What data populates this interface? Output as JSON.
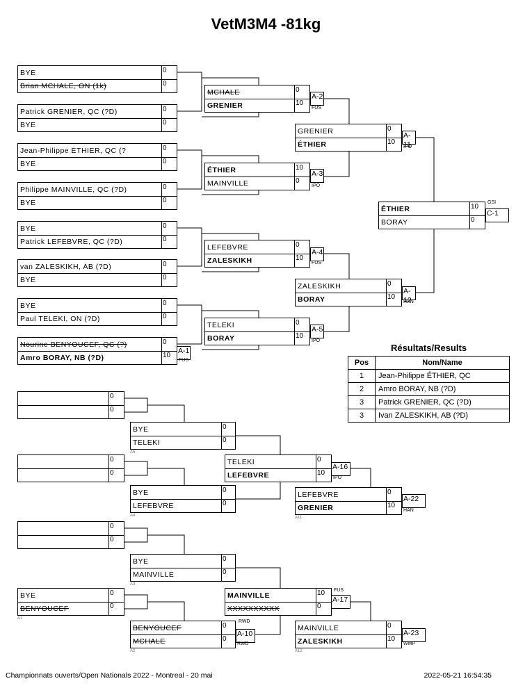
{
  "title": "VetM3M4 -81kg",
  "main_bracket": [
    {
      "id": "r1-1",
      "c1": {
        "name": "BYE",
        "score": "0"
      },
      "c2": {
        "name": "Brian MCHALE, ON (1k)",
        "score": "0",
        "strike": true
      }
    },
    {
      "id": "r1-2",
      "c1": {
        "name": "Patrick GRENIER, QC (?D)",
        "score": "0"
      },
      "c2": {
        "name": "BYE",
        "score": "0"
      }
    },
    {
      "id": "r1-3",
      "c1": {
        "name": "Jean-Philippe ÉTHIER, QC (?",
        "score": "0"
      },
      "c2": {
        "name": "BYE",
        "score": "0"
      }
    },
    {
      "id": "r1-4",
      "c1": {
        "name": "Philippe MAINVILLE, QC (?D)",
        "score": "0"
      },
      "c2": {
        "name": "BYE",
        "score": "0"
      }
    },
    {
      "id": "r1-5",
      "c1": {
        "name": "BYE",
        "score": "0"
      },
      "c2": {
        "name": "Patrick LEFEBVRE, QC (?D)",
        "score": "0"
      }
    },
    {
      "id": "r1-6",
      "c1": {
        "name": " van ZALESKIKH, AB (?D)",
        "score": "0"
      },
      "c2": {
        "name": "BYE",
        "score": "0"
      }
    },
    {
      "id": "r1-7",
      "c1": {
        "name": "BYE",
        "score": "0"
      },
      "c2": {
        "name": "Paul TELEKI, ON (?D)",
        "score": "0"
      }
    },
    {
      "id": "r1-8",
      "c1": {
        "name": "Nourine BENYOUCEF, QC (?)",
        "score": "0",
        "strike": true
      },
      "c2": {
        "name": "Amro BORAY, NB (?D)",
        "score": "10",
        "bold": true
      },
      "match": "A-1",
      "result": "FUS"
    },
    {
      "id": "r2-1",
      "c1": {
        "name": "MCHALE",
        "score": "0",
        "strike": true
      },
      "c2": {
        "name": "GRENIER",
        "score": "10",
        "bold": true
      },
      "match": "A-2",
      "result": "FUS"
    },
    {
      "id": "r2-2",
      "c1": {
        "name": "ÉTHIER",
        "score": "10",
        "bold": true
      },
      "c2": {
        "name": "MAINVILLE",
        "score": "0"
      },
      "match": "A-3",
      "result": "IPO"
    },
    {
      "id": "r2-3",
      "c1": {
        "name": "LEFEBVRE",
        "score": "0"
      },
      "c2": {
        "name": "ZALESKIKH",
        "score": "10",
        "bold": true
      },
      "match": "A-4",
      "result": "FUS"
    },
    {
      "id": "r2-4",
      "c1": {
        "name": "TELEKI",
        "score": "0"
      },
      "c2": {
        "name": "BORAY",
        "score": "10",
        "bold": true
      },
      "match": "A-5",
      "result": "IPO"
    },
    {
      "id": "r3-1",
      "c1": {
        "name": "GRENIER",
        "score": "0"
      },
      "c2": {
        "name": "ÉTHIER",
        "score": "10",
        "bold": true
      },
      "match": "A-11",
      "result": "IPO"
    },
    {
      "id": "r3-2",
      "c1": {
        "name": "ZALESKIKH",
        "score": "0"
      },
      "c2": {
        "name": "BORAY",
        "score": "10",
        "bold": true
      },
      "match": "A-12",
      "result": "HAN"
    },
    {
      "id": "final",
      "c1": {
        "name": "ÉTHIER",
        "score": "10",
        "bold": true
      },
      "c2": {
        "name": "BORAY",
        "score": "0"
      },
      "match": "C-1",
      "result": "GSI"
    }
  ],
  "repechage": [
    {
      "id": "p-1",
      "c1": {
        "name": "",
        "score": "0"
      },
      "c2": {
        "name": "",
        "score": "0"
      }
    },
    {
      "id": "p-2",
      "c1": {
        "name": "BYE",
        "score": "0"
      },
      "c2": {
        "name": "TELEKI",
        "score": "0"
      },
      "note": "A5"
    },
    {
      "id": "p-3",
      "c1": {
        "name": "",
        "score": "0"
      },
      "c2": {
        "name": "",
        "score": "0"
      }
    },
    {
      "id": "p-4",
      "c1": {
        "name": "TELEKI",
        "score": "0"
      },
      "c2": {
        "name": "LEFEBVRE",
        "score": "10",
        "bold": true
      },
      "match": "A-16",
      "result": "IPO"
    },
    {
      "id": "p-5",
      "c1": {
        "name": "BYE",
        "score": "0"
      },
      "c2": {
        "name": "LEFEBVRE",
        "score": "0"
      },
      "note": "A4"
    },
    {
      "id": "p-6",
      "c1": {
        "name": "LEFEBVRE",
        "score": "0"
      },
      "c2": {
        "name": "GRENIER",
        "score": "10",
        "bold": true
      },
      "match": "A-22",
      "result": "HAN",
      "note": "A11"
    },
    {
      "id": "p-7",
      "c1": {
        "name": "",
        "score": "0"
      },
      "c2": {
        "name": "",
        "score": "0"
      }
    },
    {
      "id": "p-8",
      "c1": {
        "name": "BYE",
        "score": "0"
      },
      "c2": {
        "name": "MAINVILLE",
        "score": "0"
      },
      "note": "A3"
    },
    {
      "id": "p-9",
      "c1": {
        "name": "BYE",
        "score": "0"
      },
      "c2": {
        "name": "BENYOUCEF",
        "score": "0",
        "strike": true
      },
      "note": "A1"
    },
    {
      "id": "p-10",
      "c1": {
        "name": "MAINVILLE",
        "score": "10",
        "bold": true
      },
      "c2": {
        "name": "XXXXXXXXXX",
        "score": "0",
        "strike": true
      },
      "match": "A-17",
      "result": "FUS"
    },
    {
      "id": "p-11",
      "c1": {
        "name": "BENYOUCEF",
        "score": "0",
        "strike": true
      },
      "c2": {
        "name": "MCHALE",
        "score": "0",
        "strike": true
      },
      "match": "A-10",
      "result": "RWD",
      "result2": "RWD",
      "note": "A2"
    },
    {
      "id": "p-12",
      "c1": {
        "name": "MAINVILLE",
        "score": "0"
      },
      "c2": {
        "name": "ZALESKIKH",
        "score": "10",
        "bold": true
      },
      "match": "A-23",
      "result": "WMP",
      "note": "A12"
    }
  ],
  "results": {
    "title": "Résultats/Results",
    "headers": {
      "pos": "Pos",
      "name": "Nom/Name"
    },
    "rows": [
      {
        "pos": "1",
        "name": "Jean-Philippe ÉTHIER, QC"
      },
      {
        "pos": "2",
        "name": "Amro BORAY, NB (?D)"
      },
      {
        "pos": "3",
        "name": "Patrick GRENIER, QC (?D)"
      },
      {
        "pos": "3",
        "name": "Ivan ZALESKIKH, AB (?D)"
      }
    ]
  },
  "footer": {
    "left": "Championnats ouverts/Open Nationals 2022 - Montreal - 20 mai",
    "right": "2022-05-21 16:54:35"
  }
}
